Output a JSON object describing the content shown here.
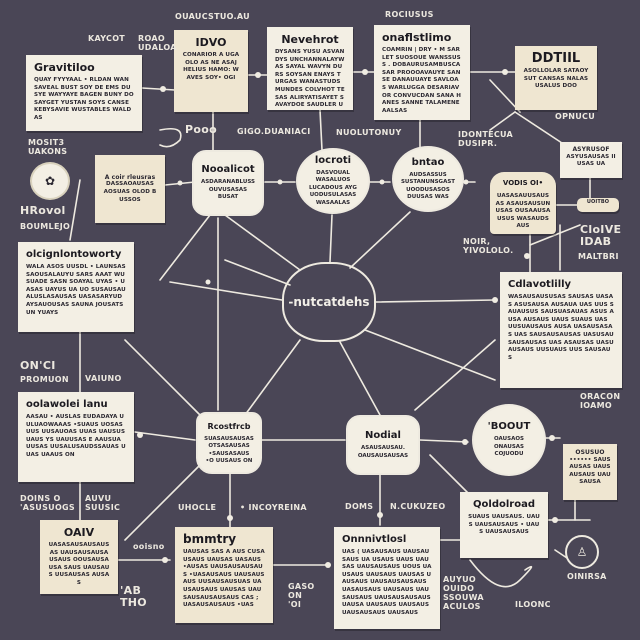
{
  "diagram": {
    "type": "mind-map",
    "background": "#4a4656",
    "card_color": "#f3efe4",
    "line_color": "#eeeae0",
    "hub": {
      "label": "-nutcatdehs"
    },
    "top_cards": [
      {
        "title": "Gravitiloo",
        "body": "QUAY FYYYAAL • RLDAN WAN SAVEAL BUST SOY DE EMS DUSYE WAYYAYE BAGEN BUNY DOSAYGET YUSTAN SOYS CANSE KEBYSAVIE WUSTABLES WALDAS"
      },
      {
        "title": "IDVO",
        "body": "CONARIOR A UGA OLO AS NE ASAJ HELIUS HAMO: WAVES SOY• OGI"
      },
      {
        "title": "Nevehrot",
        "body": "DYSANS YUSU ASVANDYS UNCHANNALAYWAS SAYAL WAVYN DURS SOYSAN ENAYS TURGAS WANASTUDS MUNDES COLVHOT TESAS ALIRYATISAYET SAVAYDOE SAUDLER UNGWAS"
      },
      {
        "title": "onaflstlimo",
        "body": "COAMRIN | DRY • M SARLET SUOSOUE WANSSUSS . DOBAURUSAMBUSCASAR PROOOAVAUYE SANSE DANAUUAYE SAVLOAS WARLUGGA DESARIAVOR CONVUCDAN SANA HANES SANNE TALAMENE AALSAS"
      },
      {
        "title": "DDTIIL",
        "body": "ASOLLOLAR SATAOYSUT CANSAS NALASUSALUS DOO"
      }
    ],
    "mid_bubbles": [
      {
        "title": "Nooalicot",
        "body": "ASDARANABLUSS OUVUSASAS BUSAT",
        "shape": "rounded"
      },
      {
        "title": "locroti",
        "body": "DASVOUAL WASALUOS LUCADOUS AYG UODUSULASAS WASAALAS",
        "shape": "circle"
      },
      {
        "title": "bntao",
        "body": "AUDSASSUS SUSTANUNSGAST UOODUSASOS DUUSAS WAS",
        "shape": "circle"
      }
    ],
    "left_cards": [
      {
        "title": "A coir rleusras",
        "body": "DASSAOAUSAS AOSUAS OLOD BUSSOS"
      },
      {
        "title": "olcignlontoworty",
        "body": "WALA ASOS UUSDL • LAUNSAS SAOUSALAUYU SARS AAAT WUSUADE SASN SOAYAL UYAS • UASAS UAYUS UA UO SUSAUSAUALUSLASAUSAS UASASARYUDAYSAUOUSAS SAUNA JOUSATS UN YUAYS"
      },
      {
        "title": "oolawolei lanu",
        "body": "AASAU • AUSLAS EUDADAYA UULUAOWAAAS •SUAUS UOSAS UUS UUSAUOAS UUAS UAUSUSUAUS YS UAUUSAS E AAUSUA UUSAS UUSALUSAUDSSAUAS UUAS UAAUS ON"
      }
    ],
    "right_cards": [
      {
        "title": "VODIS OI•",
        "body": "UASASAUUSAUSAS ASAUSAUSUNUSAS OUSAAUSAUSUS WASAUDSAUS"
      },
      {
        "title": "ASYRUSOF",
        "body": "ASYUSAUSAS IIUSAS UA"
      },
      {
        "title": "Cdlavotlilly",
        "body": "WASAUSAUSUSAS SAUSAS UASAS ASUSAUSA AUSAUA UAS UUS SAUAUSUS SAUSUASAUAS ASUS AUSA AUSAUS UAUS SUAUS UAS UUSUAUSAUS AUSA UASAUSASAS UAS SAUSAUSAUSAS UASUSAUSAUSAUSAS UAS ASAUSAS UASUAUSAUS UUSUAUS UUS SAUSAUS"
      }
    ],
    "lower_bubbles": [
      {
        "title": "Rcostfrcb",
        "body": "SUASAUSAUSAS OTSASAUSAS •SAUSASAUS •O UUSAUS ON"
      },
      {
        "title": "Nodial",
        "body": "ASAUSAUSAU. OAUSAUSAUSAS"
      },
      {
        "title": "'BOOUT",
        "body": "OAUSAOS ONAUSAS COJUODU"
      }
    ],
    "bottom_cards": [
      {
        "title": "OAIV",
        "body": "UASASAUSAUSAUSAS UAUSAUSAUSAUSAUS OOUSAUSAUSA SAUS UAUSAUS UUSAUSAS AUSAS"
      },
      {
        "title": "bmmtry",
        "body": "UAUSAS SAS A AUS CUSAUSAUS UAUSAS UASAUS •AUSAS UAUSAUSAUSAUS •UASAUSAUS UAUSAUSAUS UUSAUSAUSUAS UAUSAUSAUS UAUSAS UAUSAUSAUSAUSAUS CAS ; UASAUSAUSAUS •UAS"
      },
      {
        "title": "Onnnivtlosl",
        "body": "UAS ( UASAUSAUS UAUSAUSAUS UA USAUS UAUS UAUSAS UAUSAUSAUS UOUS UAUSAUS UAUSAUS UAUSAS UAUSAUS UAUSAUSAUSAUS UASAUSAUS UAUSAUS UAUSAUSAUS UAUSAUSAUSAUS UAUSA UAUSAUS UAUSAUS UAUSAUSAUS UAUSAUS"
      },
      {
        "title": "Qoldolroad",
        "body": "SUAUS UAUSAUS. UAUS UAUSAUSAUS • UAUS UAUSAUSAUS"
      },
      {
        "title": "OSUSUO",
        "body": "•••••• SAUSAUSAS UAUSAUSAUS UAUSAUSA"
      }
    ],
    "labels": {
      "top_center": "OUAUCSTUO.AU",
      "top_left_a": "KAYCOT",
      "top_left_b": "ROAO UDALOA",
      "top_right": "ROCIUSUS",
      "gesture": "Pooo",
      "g_label": "GIGO.DUANIACI",
      "multi": "NUOLUTONUY",
      "doncl": "IDONTECUA DUSIPR.",
      "opnuch": "OPNUCU",
      "moshit": "MOSIT3 UAKONS",
      "hand": "HRovol",
      "bounle": "BOUMLEJO",
      "on_ci": "ON'CI",
      "promuon": "PROMUON",
      "vaiuno": "VAIUNO",
      "noir": "NOIR, YIVOLOLO.",
      "cloud_big": "CloIVE IDAB",
      "maltbri": "MALTBRI",
      "oracon": "ORACON IOAMO",
      "doins": "DOINS O 'ASUSUOGS",
      "auvu": "AUVU SUUSIC",
      "cheolo": "UHOCLE",
      "incoyreina": "• INCOYREINA",
      "doms": "DOMS",
      "cuzasu": "N.CUKUZEO",
      "gasoon": "GASO ON 'OI",
      "ab": "'AB THO",
      "ooisno": "ooisno",
      "aruyo": "AUYUO OUIDO SSOUWA ACULOS",
      "loonc": "ILOONC",
      "ornisa": "OINIRSA",
      "uoitbo": "UOITBO"
    }
  }
}
